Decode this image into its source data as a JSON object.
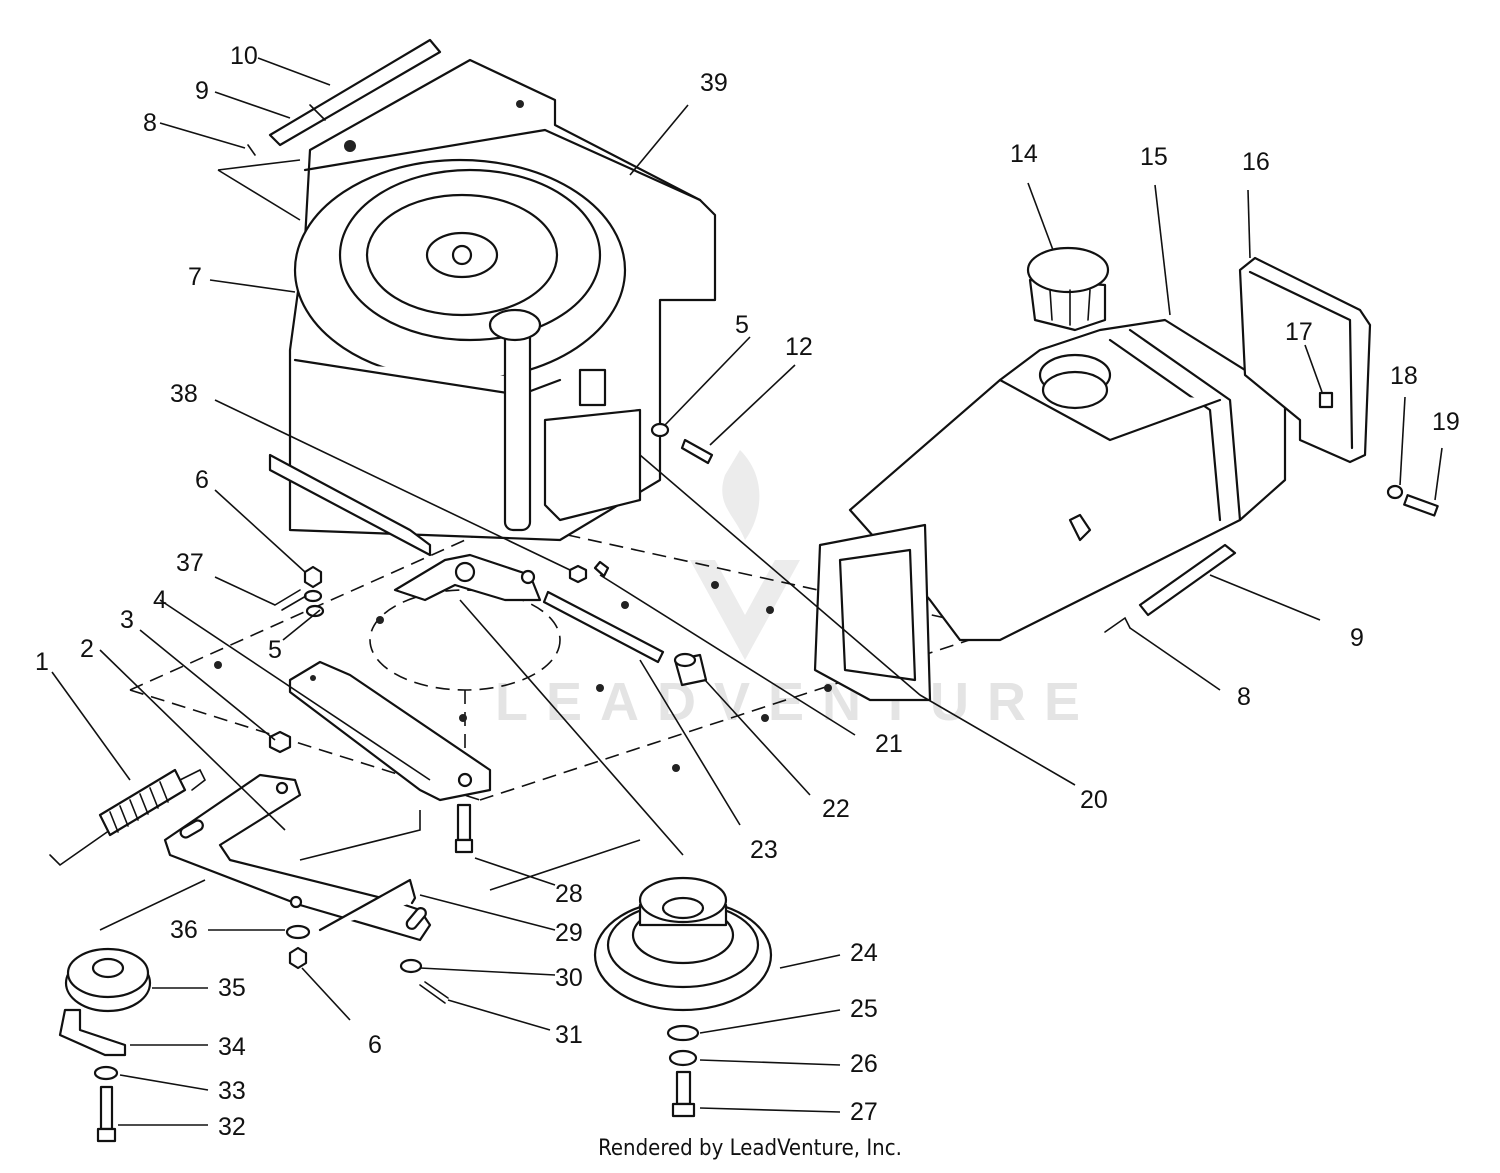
{
  "credit": "Rendered by LeadVenture, Inc.",
  "watermark": "LEADVENTURE",
  "callouts": [
    {
      "id": "c1",
      "label": "1"
    },
    {
      "id": "c2",
      "label": "2"
    },
    {
      "id": "c3",
      "label": "3"
    },
    {
      "id": "c4",
      "label": "4"
    },
    {
      "id": "c5a",
      "label": "5"
    },
    {
      "id": "c5b",
      "label": "5"
    },
    {
      "id": "c6a",
      "label": "6"
    },
    {
      "id": "c6b",
      "label": "6"
    },
    {
      "id": "c7",
      "label": "7"
    },
    {
      "id": "c8a",
      "label": "8"
    },
    {
      "id": "c8b",
      "label": "8"
    },
    {
      "id": "c9a",
      "label": "9"
    },
    {
      "id": "c9b",
      "label": "9"
    },
    {
      "id": "c10",
      "label": "10"
    },
    {
      "id": "c12",
      "label": "12"
    },
    {
      "id": "c14",
      "label": "14"
    },
    {
      "id": "c15",
      "label": "15"
    },
    {
      "id": "c16",
      "label": "16"
    },
    {
      "id": "c17",
      "label": "17"
    },
    {
      "id": "c18",
      "label": "18"
    },
    {
      "id": "c19",
      "label": "19"
    },
    {
      "id": "c20",
      "label": "20"
    },
    {
      "id": "c21",
      "label": "21"
    },
    {
      "id": "c22",
      "label": "22"
    },
    {
      "id": "c23",
      "label": "23"
    },
    {
      "id": "c24",
      "label": "24"
    },
    {
      "id": "c25",
      "label": "25"
    },
    {
      "id": "c26",
      "label": "26"
    },
    {
      "id": "c27",
      "label": "27"
    },
    {
      "id": "c28",
      "label": "28"
    },
    {
      "id": "c29",
      "label": "29"
    },
    {
      "id": "c30",
      "label": "30"
    },
    {
      "id": "c31",
      "label": "31"
    },
    {
      "id": "c32",
      "label": "32"
    },
    {
      "id": "c33",
      "label": "33"
    },
    {
      "id": "c34",
      "label": "34"
    },
    {
      "id": "c35",
      "label": "35"
    },
    {
      "id": "c36",
      "label": "36"
    },
    {
      "id": "c37",
      "label": "37"
    },
    {
      "id": "c38",
      "label": "38"
    },
    {
      "id": "c39",
      "label": "39"
    }
  ]
}
